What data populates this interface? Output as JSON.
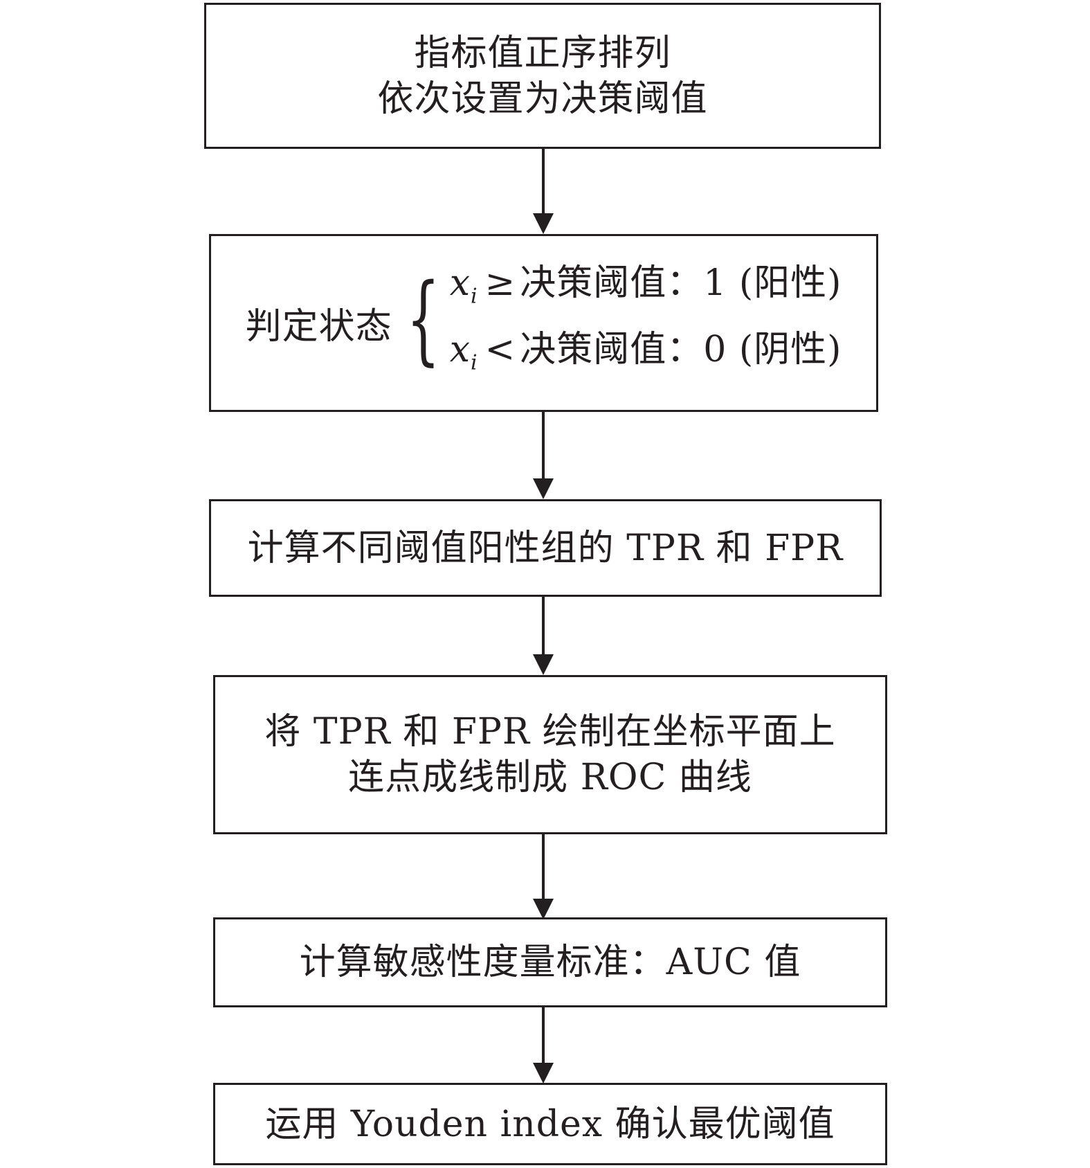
{
  "steps": [
    {
      "lines": [
        "指标值正序排列",
        "依次设置为决策阈值"
      ]
    },
    {
      "label": "判定状态",
      "rules": [
        {
          "var": "x",
          "sub": "i",
          "op": "≥",
          "text": "决策阈值：1 (阳性)"
        },
        {
          "var": "x",
          "sub": "i",
          "op": "<",
          "text": "决策阈值：0 (阴性)"
        }
      ]
    },
    {
      "lines": [
        "计算不同阈值阳性组的 TPR 和 FPR"
      ]
    },
    {
      "lines": [
        "将 TPR 和 FPR 绘制在坐标平面上",
        "连点成线制成 ROC 曲线"
      ]
    },
    {
      "lines": [
        "计算敏感性度量标准：AUC 值"
      ]
    },
    {
      "lines": [
        "运用 Youden index 确认最优阈值"
      ]
    }
  ]
}
